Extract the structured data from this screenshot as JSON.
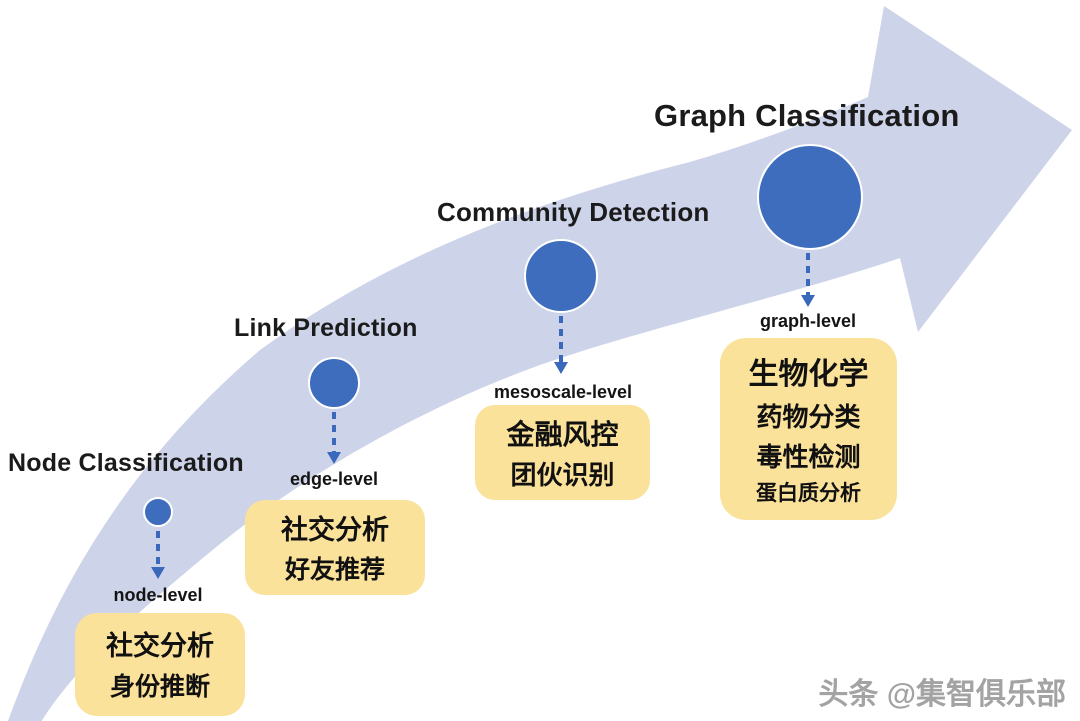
{
  "colors": {
    "arrow_fill": "#cdd3e9",
    "circle_fill": "#3e6dbe",
    "circle_border": "#ffffff",
    "connector": "#3a68ba",
    "box_fill": "#fbe29a",
    "title_text": "#1b1b1b",
    "watermark_text": "#9a9a9a"
  },
  "stages": [
    {
      "title": "Node Classification",
      "level_label": "node-level",
      "box_lines": [
        "社交分析",
        "身份推断"
      ]
    },
    {
      "title": "Link Prediction",
      "level_label": "edge-level",
      "box_lines": [
        "社交分析",
        "好友推荐"
      ]
    },
    {
      "title": "Community Detection",
      "level_label": "mesoscale-level",
      "box_lines": [
        "金融风控",
        "团伙识别"
      ]
    },
    {
      "title": "Graph Classification",
      "level_label": "graph-level",
      "box_lines": [
        "生物化学",
        "药物分类",
        "毒性检测",
        "蛋白质分析"
      ]
    }
  ],
  "watermark": {
    "text": "头条 @集智俱乐部"
  }
}
